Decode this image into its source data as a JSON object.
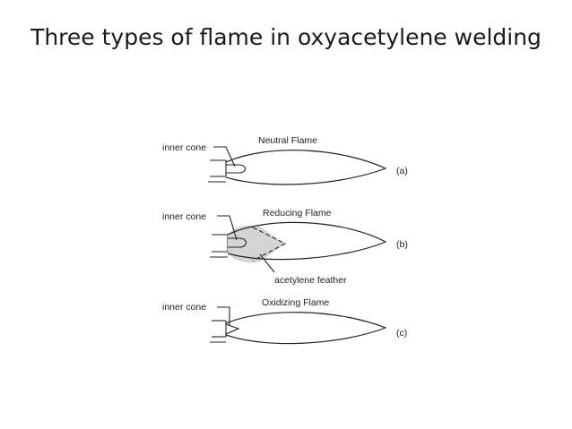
{
  "slide": {
    "title": "Three types of flame in oxyacetylene welding"
  },
  "diagram": {
    "flames": [
      {
        "name": "Neutral Flame",
        "letter": "(a)",
        "inner_cone_label": "inner cone"
      },
      {
        "name": "Reducing Flame",
        "letter": "(b)",
        "inner_cone_label": "inner cone",
        "feather_label": "acetylene feather"
      },
      {
        "name": "Oxidizing Flame",
        "letter": "(c)",
        "inner_cone_label": "inner cone"
      }
    ]
  }
}
